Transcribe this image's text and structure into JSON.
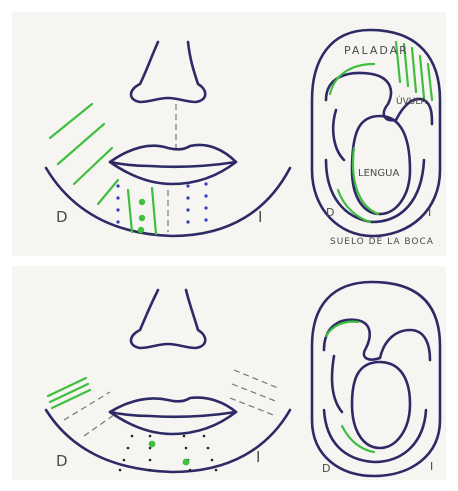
{
  "top_panel": {
    "face_labels": {
      "right": "D",
      "left": "I"
    },
    "mouth_labels": {
      "palate": "PALADAR",
      "uvula": "ÚVULA",
      "tongue": "LENGUA",
      "right": "D",
      "left": "I",
      "floor": "SUELO DE LA BOCA"
    }
  },
  "bottom_panel": {
    "face_labels": {
      "right": "D",
      "left": "I"
    },
    "mouth_labels": {
      "right": "D",
      "left": "I"
    }
  },
  "colors": {
    "ink": "#2e2a66",
    "green": "#3fbf3f",
    "paper": "#f7f5f1"
  }
}
